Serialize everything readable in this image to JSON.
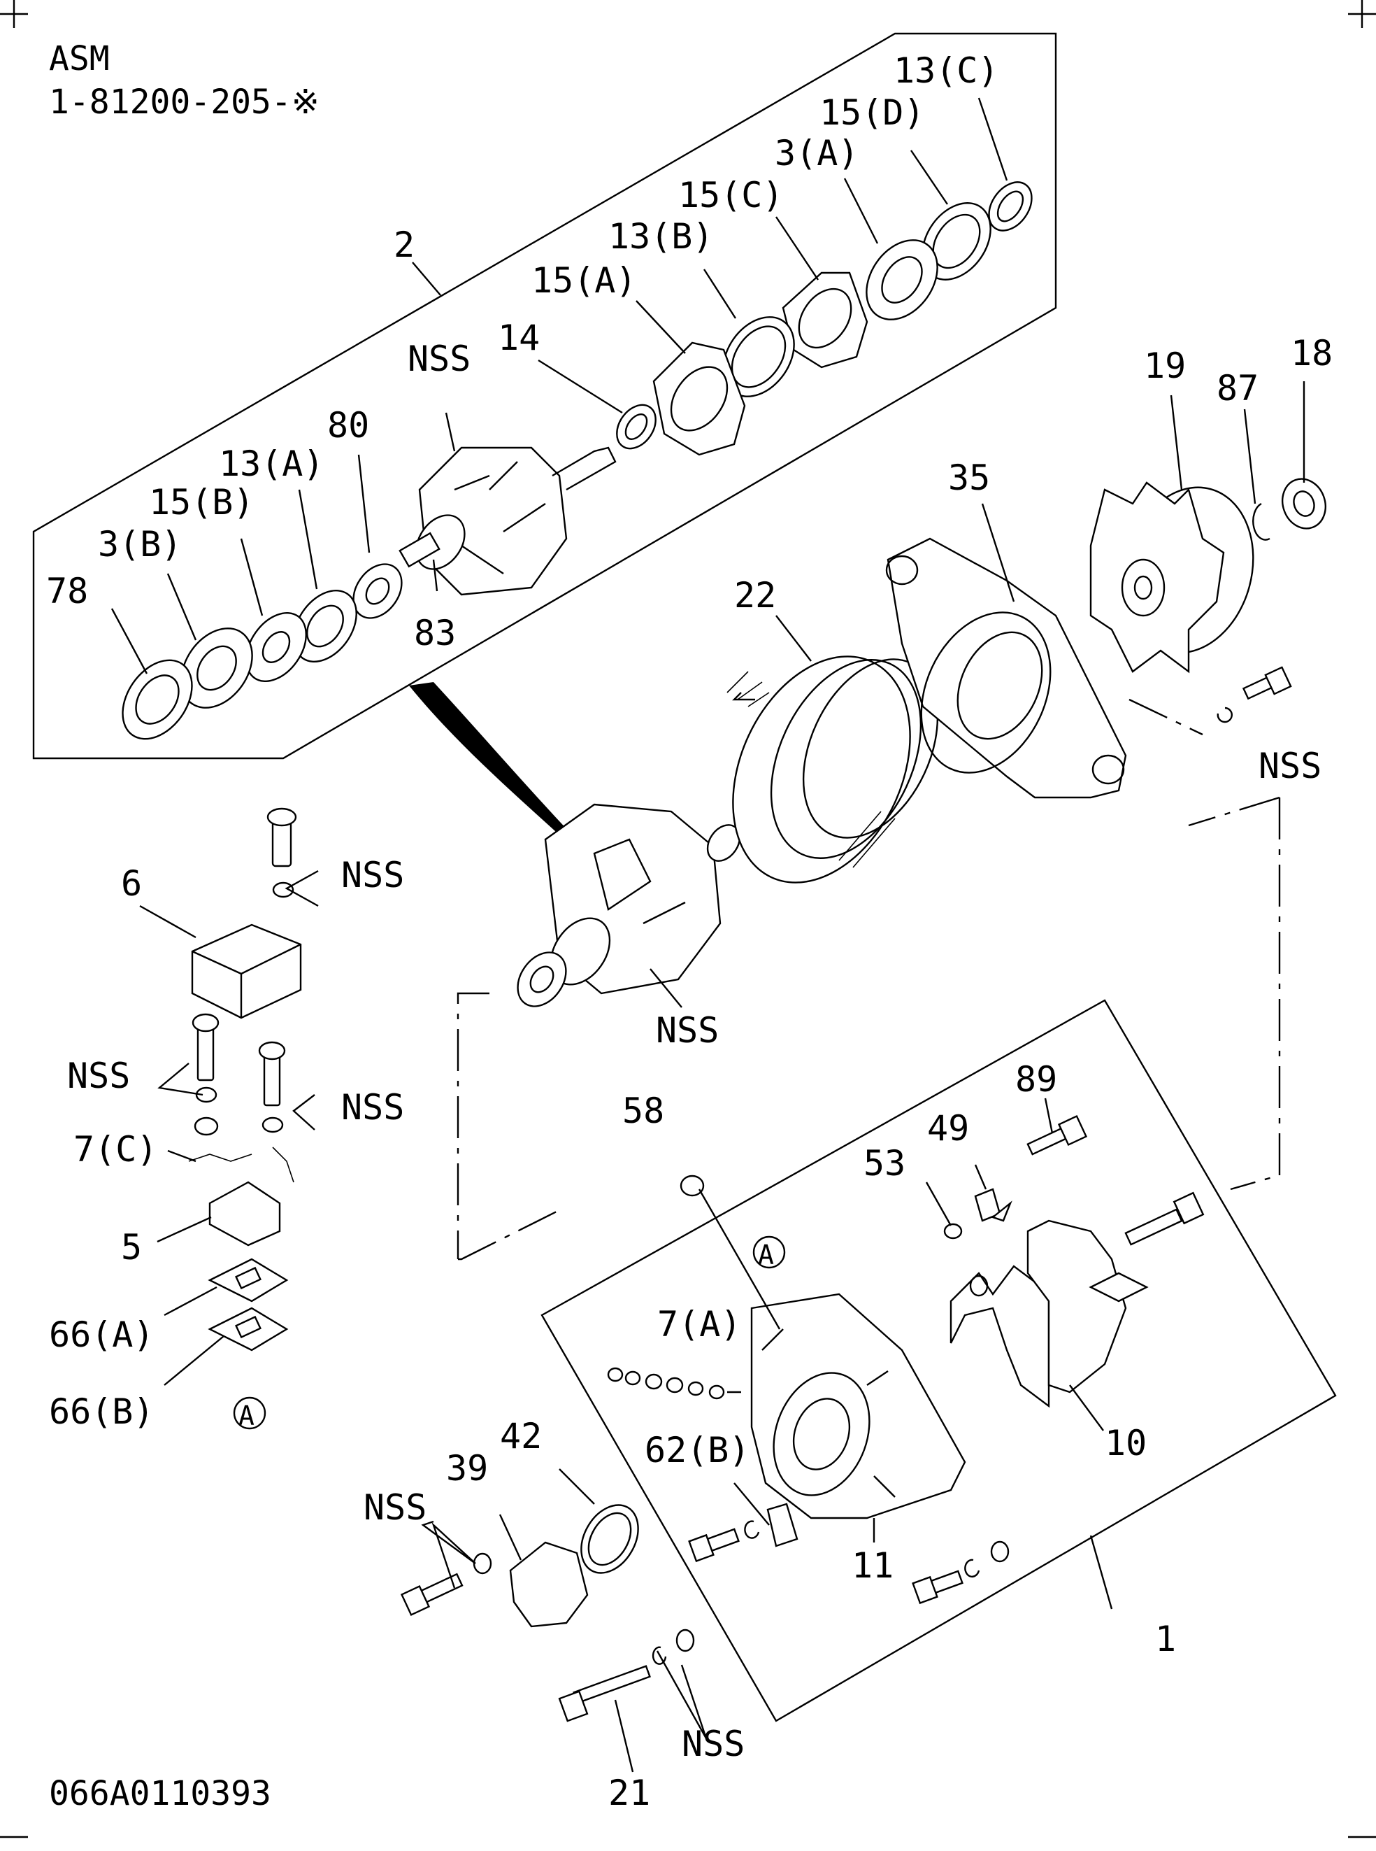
{
  "header": {
    "line1": "ASM",
    "line2": "1-81200-205-※"
  },
  "footer_code": "066A0110393",
  "callouts": [
    "13(C)",
    "15(D)",
    "3(A)",
    "15(C)",
    "13(B)",
    "2",
    "15(A)",
    "14",
    "NSS",
    "80",
    "13(A)",
    "15(B)",
    "3(B)",
    "78",
    "83",
    "19",
    "87",
    "18",
    "35",
    "22",
    "NSS",
    "6",
    "NSS",
    "NSS",
    "NSS",
    "NSS",
    "7(C)",
    "5",
    "66(A)",
    "66(B)",
    "A",
    "58",
    "89",
    "49",
    "53",
    "A",
    "7(A)",
    "62(B)",
    "10",
    "42",
    "39",
    "NSS",
    "11",
    "1",
    "NSS",
    "21"
  ]
}
